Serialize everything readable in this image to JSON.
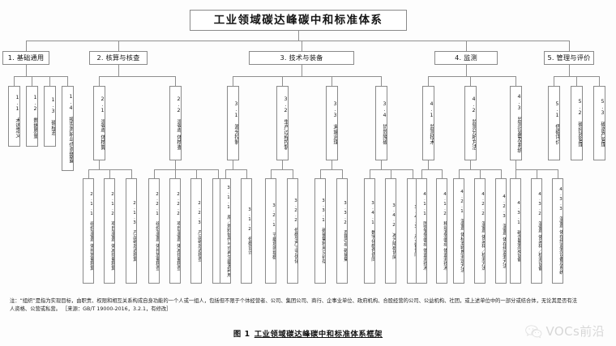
{
  "figure": {
    "title": "工业领域碳达峰碳中和标准体系",
    "caption_number": "图 1",
    "caption_text": "工业领域碳达峰碳中和标准体系框架",
    "note": "注：“组织”是指为实现目标，由职责、权限和相互关系构成自身功能的一个人或一组人，包括但不限于个体经营者、公司、集团公司、商行、企事业单位、政府机构、合股经营的公司、公益机构、社团，或上述单位中的一部分或结合体，无论其是否有法人资格、公营或私营。 ［来源：GB/T 19000-2016，3.2.1，有修改］"
  },
  "watermark": {
    "icon": "wechat-icon",
    "text": "VOCs前沿"
  },
  "categories": [
    {
      "id": "c1",
      "label": "1. 基础通用"
    },
    {
      "id": "c2",
      "label": "2. 核算与核查"
    },
    {
      "id": "c3",
      "label": "3. 技术与装备"
    },
    {
      "id": "c4",
      "label": "4. 监测"
    },
    {
      "id": "c5",
      "label": "5. 管理与评价"
    }
  ],
  "level2": [
    {
      "id": "n11",
      "label": "1.1 术语定义"
    },
    {
      "id": "n12",
      "label": "1.2 数据质量"
    },
    {
      "id": "n13",
      "label": "1.3 碳标志"
    },
    {
      "id": "n14",
      "label": "1.4 报告声明与信息披露"
    },
    {
      "id": "n21",
      "label": "2.1 温室气体核算"
    },
    {
      "id": "n22",
      "label": "2.2 温室气体核查"
    },
    {
      "id": "n31",
      "label": "3.1 源头控制"
    },
    {
      "id": "n32",
      "label": "3.2 生产过程控制"
    },
    {
      "id": "n33",
      "label": "3.3 末端治理"
    },
    {
      "id": "n34",
      "label": "3.4 协同降碳"
    },
    {
      "id": "n41",
      "label": "4.1 监测技术"
    },
    {
      "id": "n42",
      "label": "4.2 监测分析方法"
    },
    {
      "id": "n43",
      "label": "4.3 监测设备及系统"
    },
    {
      "id": "n51",
      "label": "5.1 低碳评价"
    },
    {
      "id": "n52",
      "label": "5.2 碳排放管理"
    },
    {
      "id": "n53",
      "label": "5.3 碳资产管理"
    }
  ],
  "level3": [
    {
      "id": "n211",
      "label": "2.1.1 组织温室气体排放量核算"
    },
    {
      "id": "n212",
      "label": "2.1.2 项目温室气体减排量核算"
    },
    {
      "id": "n213",
      "label": "2.1.3 产品碳足迹核算"
    },
    {
      "id": "n221",
      "label": "2.2.1 组织温室气体排放量核查"
    },
    {
      "id": "n222",
      "label": "2.2.2 项目温室气体减排量核查"
    },
    {
      "id": "n223",
      "label": "2.2.3 产品碳足迹核查"
    },
    {
      "id": "n224",
      "label": "2.2.4 核查机构、人员资质能力要求"
    },
    {
      "id": "n311",
      "label": "3.1.1 原／燃料替代与可再生能源利用"
    },
    {
      "id": "n312",
      "label": "3.1.2 低碳设计"
    },
    {
      "id": "n321",
      "label": "3.2.1 节能增效提碳"
    },
    {
      "id": "n322",
      "label": "3.2.2 低碳生产工艺优化"
    },
    {
      "id": "n331",
      "label": "3.3.1 碳捕集利用与封存"
    },
    {
      "id": "n332",
      "label": "3.3.2 直接空气碳捕集"
    },
    {
      "id": "n341",
      "label": "3.4.1 数字化碳色协同"
    },
    {
      "id": "n342",
      "label": "3.4.2 减污降碳协同"
    },
    {
      "id": "n343",
      "label": "3.4.3 产业链协同"
    },
    {
      "id": "n411",
      "label": "4.1.1 固定源温室气体监测技术"
    },
    {
      "id": "n412",
      "label": "4.1.2 移动源温室气体监测技术"
    },
    {
      "id": "n421",
      "label": "4.2.1 温室气体标准物质测定方法"
    },
    {
      "id": "n422",
      "label": "4.2.2 温室气体采样／检测方法"
    },
    {
      "id": "n423",
      "label": "4.2.3 温室气体在线监测方法"
    },
    {
      "id": "n431",
      "label": "4.3.1 碳含量测定设备"
    },
    {
      "id": "n432",
      "label": "4.3.2 温室气体采样／检测设备"
    },
    {
      "id": "n433",
      "label": "4.3.3 温室气体在线监测设备及系统"
    }
  ]
}
